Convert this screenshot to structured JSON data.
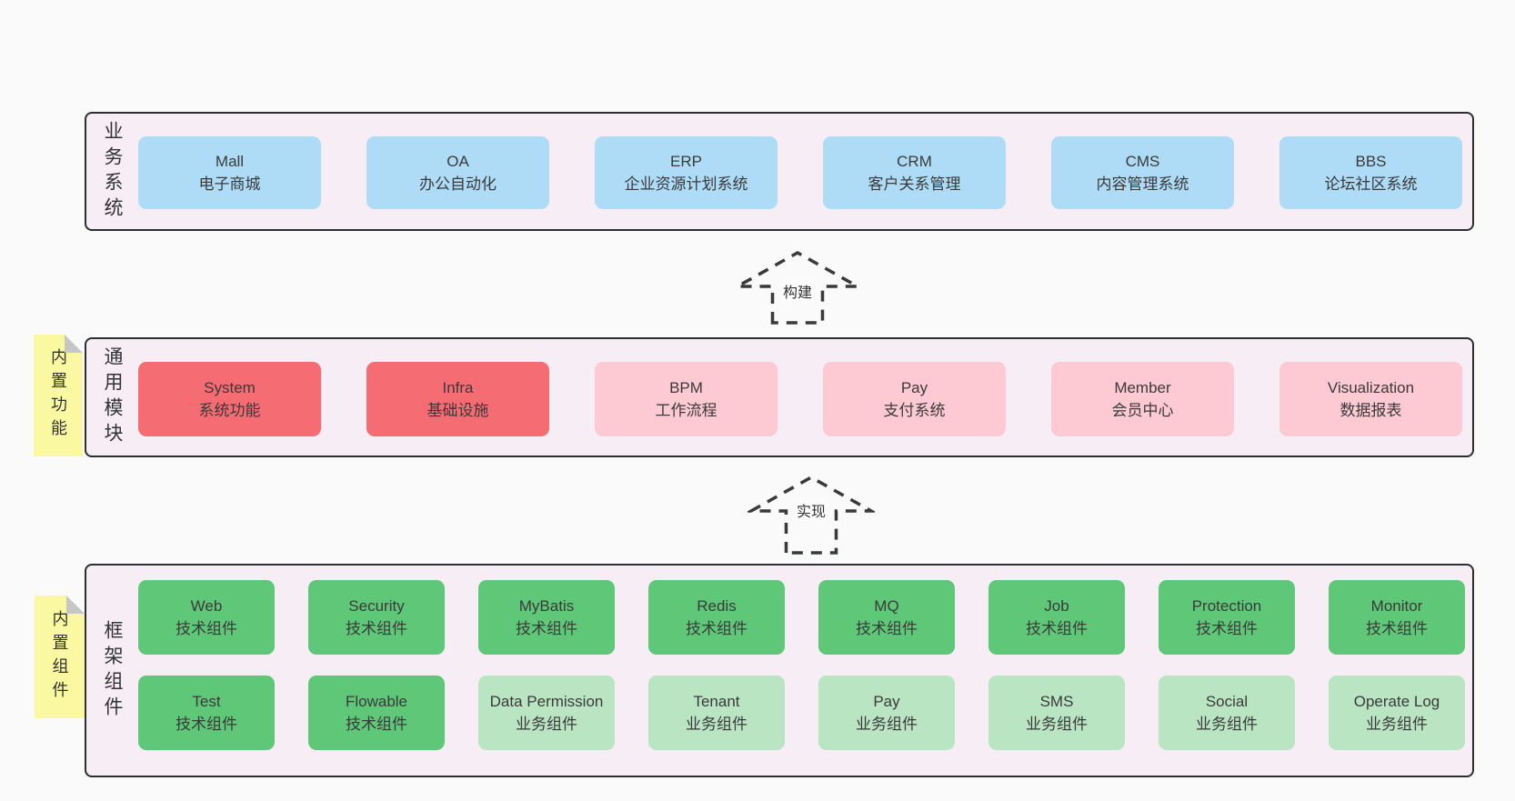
{
  "colors": {
    "page_bg": "#fafafa",
    "layer_bg": "#f6edf5",
    "layer_border": "#2e2e2e",
    "blue_box": "#aedcf6",
    "red_box": "#f56c72",
    "pink_box": "#fdc9d2",
    "green_box": "#5fc878",
    "light_green_box": "#bae5c3",
    "sticky_bg": "#fbf8a2",
    "text": "#3a3a3a"
  },
  "arrows": [
    {
      "label": "构建"
    },
    {
      "label": "实现"
    }
  ],
  "layers": {
    "business": {
      "label": "业务系统",
      "boxes": [
        {
          "title": "Mall",
          "subtitle": "电子商城"
        },
        {
          "title": "OA",
          "subtitle": "办公自动化"
        },
        {
          "title": "ERP",
          "subtitle": "企业资源计划系统"
        },
        {
          "title": "CRM",
          "subtitle": "客户关系管理"
        },
        {
          "title": "CMS",
          "subtitle": "内容管理系统"
        },
        {
          "title": "BBS",
          "subtitle": "论坛社区系统"
        }
      ]
    },
    "modules": {
      "label": "通用模块",
      "sticky": "内置功能",
      "boxes": [
        {
          "title": "System",
          "subtitle": "系统功能"
        },
        {
          "title": "Infra",
          "subtitle": "基础设施"
        },
        {
          "title": "BPM",
          "subtitle": "工作流程"
        },
        {
          "title": "Pay",
          "subtitle": "支付系统"
        },
        {
          "title": "Member",
          "subtitle": "会员中心"
        },
        {
          "title": "Visualization",
          "subtitle": "数据报表"
        }
      ]
    },
    "components": {
      "label": "框架组件",
      "sticky": "内置组件",
      "boxes": [
        {
          "title": "Web",
          "subtitle": "技术组件"
        },
        {
          "title": "Security",
          "subtitle": "技术组件"
        },
        {
          "title": "MyBatis",
          "subtitle": "技术组件"
        },
        {
          "title": "Redis",
          "subtitle": "技术组件"
        },
        {
          "title": "MQ",
          "subtitle": "技术组件"
        },
        {
          "title": "Job",
          "subtitle": "技术组件"
        },
        {
          "title": "Protection",
          "subtitle": "技术组件"
        },
        {
          "title": "Monitor",
          "subtitle": "技术组件"
        },
        {
          "title": "Test",
          "subtitle": "技术组件"
        },
        {
          "title": "Flowable",
          "subtitle": "技术组件"
        },
        {
          "title": "Data Permission",
          "subtitle": "业务组件"
        },
        {
          "title": "Tenant",
          "subtitle": "业务组件"
        },
        {
          "title": "Pay",
          "subtitle": "业务组件"
        },
        {
          "title": "SMS",
          "subtitle": "业务组件"
        },
        {
          "title": "Social",
          "subtitle": "业务组件"
        },
        {
          "title": "Operate Log",
          "subtitle": "业务组件"
        }
      ]
    }
  }
}
